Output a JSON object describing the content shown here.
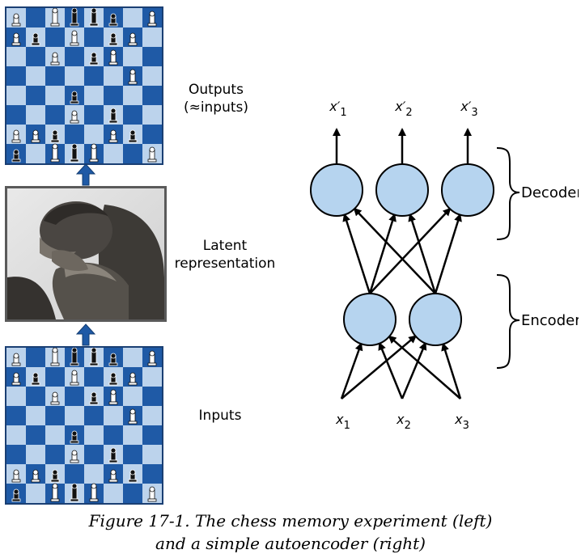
{
  "left": {
    "outputs_label_line1": "Outputs",
    "outputs_label_line2": "(≈inputs)",
    "latent_label_line1": "Latent",
    "latent_label_line2": "representation",
    "inputs_label": "Inputs"
  },
  "autoencoder": {
    "output_labels": [
      {
        "base": "x",
        "prime": "′",
        "sub": "1"
      },
      {
        "base": "x",
        "prime": "′",
        "sub": "2"
      },
      {
        "base": "x",
        "prime": "′",
        "sub": "3"
      }
    ],
    "input_labels": [
      {
        "base": "x",
        "sub": "1"
      },
      {
        "base": "x",
        "sub": "2"
      },
      {
        "base": "x",
        "sub": "3"
      }
    ],
    "decoder_label": "Decoder",
    "encoder_label": "Encoder"
  },
  "caption": {
    "line1": "Figure 17-1. The chess memory experiment (left)",
    "line2": "and a simple autoencoder (right)"
  },
  "colors": {
    "board_dark": "#1f5aa6",
    "board_light": "#bcd3ec",
    "node_fill": "#b6d4ef",
    "arrow_blue": "#1f5aa6"
  }
}
